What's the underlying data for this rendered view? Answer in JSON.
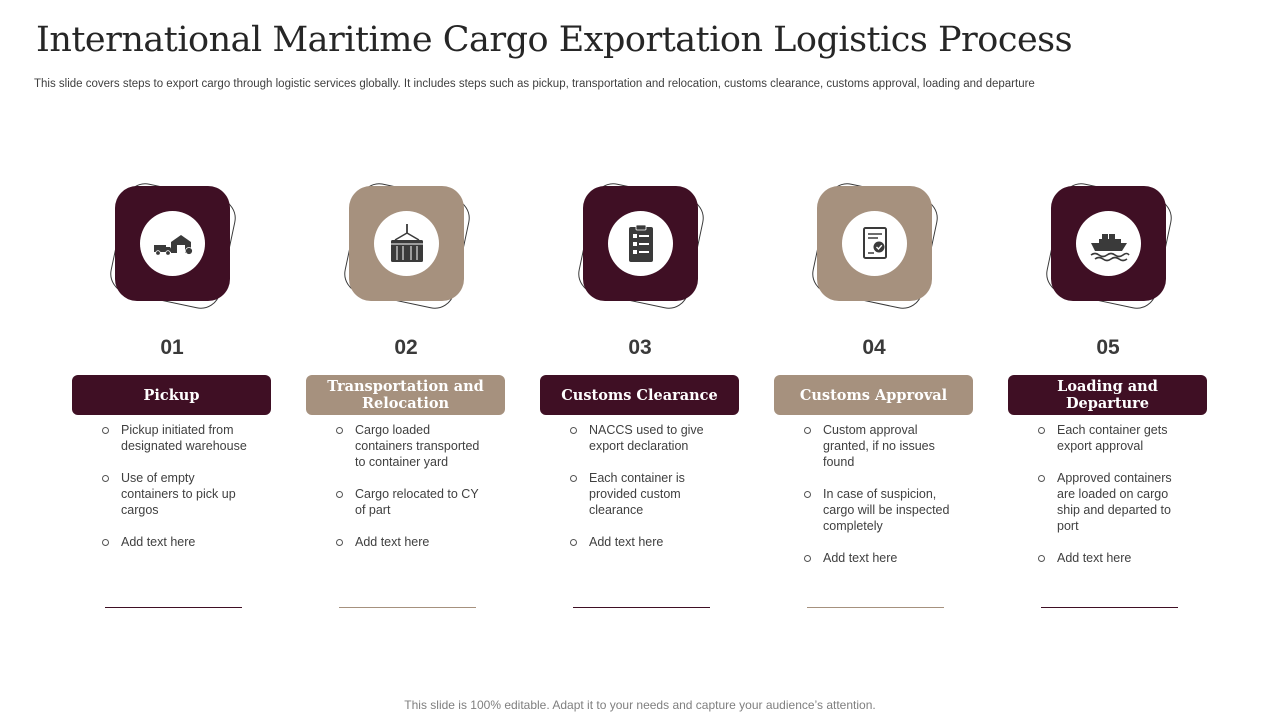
{
  "title": "International Maritime Cargo Exportation Logistics Process",
  "subtitle": "This slide covers steps to export cargo through logistic services globally. It includes steps such as pickup, transportation and relocation, customs clearance, customs approval, loading and departure",
  "footer": "This slide is 100% editable. Adapt it to your needs and capture your audience’s attention.",
  "colors": {
    "dark": "#3f0f24",
    "tan": "#a6917e"
  },
  "steps": [
    {
      "number": "01",
      "label": "Pickup",
      "icon": "truck-warehouse-icon",
      "bullets": [
        "Pickup initiated from designated warehouse",
        "Use of empty containers to pick up cargos",
        "Add text here"
      ]
    },
    {
      "number": "02",
      "label": "Transportation and Relocation",
      "icon": "crane-container-icon",
      "bullets": [
        "Cargo loaded containers transported to container yard",
        "Cargo relocated to CY of part",
        "Add text here"
      ]
    },
    {
      "number": "03",
      "label": "Customs Clearance",
      "icon": "checklist-clipboard-icon",
      "bullets": [
        "NACCS used to give export declaration",
        "Each container is provided custom clearance",
        "Add text here"
      ]
    },
    {
      "number": "04",
      "label": "Customs Approval",
      "icon": "approved-document-icon",
      "bullets": [
        "Custom approval granted, if no issues found",
        "In case of suspicion, cargo will be inspected completely",
        "Add text here"
      ]
    },
    {
      "number": "05",
      "label": "Loading and Departure",
      "icon": "cargo-ship-icon",
      "bullets": [
        "Each container gets export approval",
        "Approved containers are loaded on cargo ship and departed to port",
        "Add text here"
      ]
    }
  ]
}
